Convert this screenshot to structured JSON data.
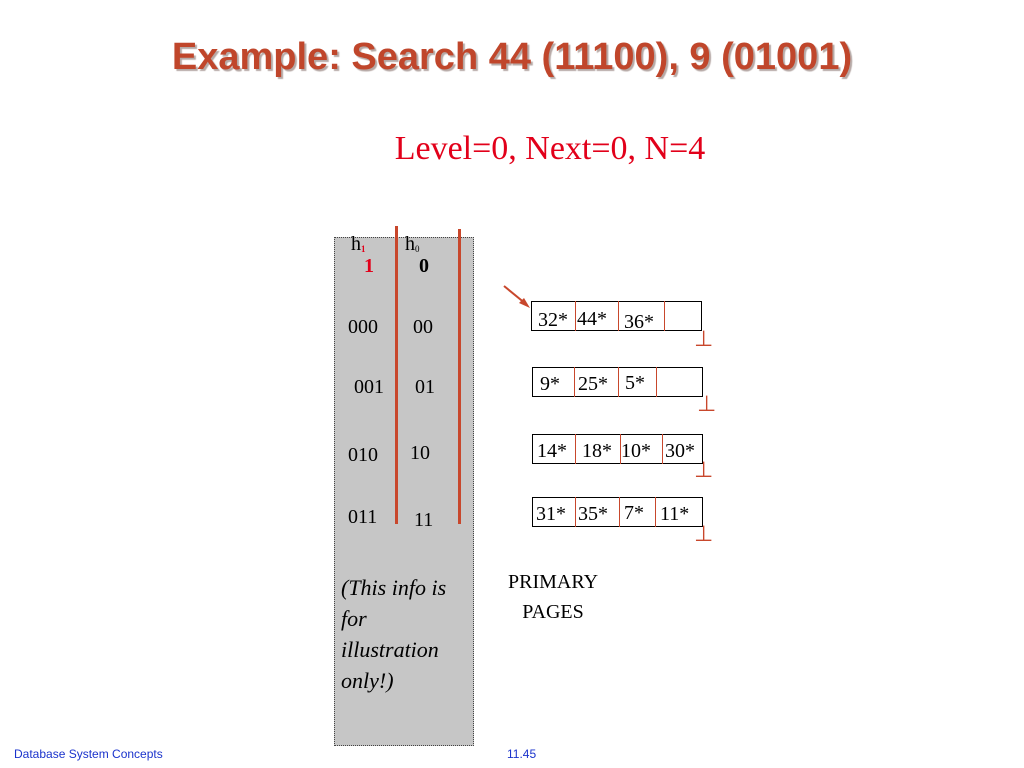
{
  "title": "Example: Search 44 (11100), 9 (01001)",
  "subtitle": "Level=0,  Next=0, N=4",
  "hash_functions": {
    "h1": {
      "symbol": "h",
      "subscript": "1"
    },
    "h0": {
      "symbol": "h",
      "subscript": "0"
    }
  },
  "h1_labels": [
    "000",
    "001",
    "010",
    "011"
  ],
  "h0_labels": [
    "00",
    "01",
    "10",
    "11"
  ],
  "note": "(This info is for illustration only!)",
  "pages": [
    {
      "entries": [
        "32*",
        "44*",
        "36*"
      ]
    },
    {
      "entries": [
        "9*",
        "25*",
        "5*"
      ]
    },
    {
      "entries": [
        "14*",
        "18*",
        "10*",
        "30*"
      ]
    },
    {
      "entries": [
        "31*",
        "35*",
        "7*",
        "11*"
      ]
    }
  ],
  "primary_label_1": "PRIMARY",
  "primary_label_2": "PAGES",
  "footer_left": "Database System Concepts",
  "footer_center": "11.45",
  "colors": {
    "title": "#c0462b",
    "subtitle": "#e2001a",
    "line": "#c8472c",
    "footer": "#1a33cc"
  }
}
